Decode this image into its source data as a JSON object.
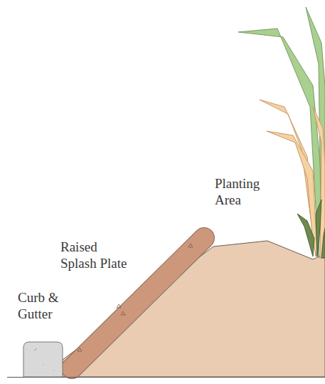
{
  "diagram": {
    "labels": [
      "Curb & Gutter",
      "Raised Splash Plate",
      "Planting Area"
    ]
  }
}
